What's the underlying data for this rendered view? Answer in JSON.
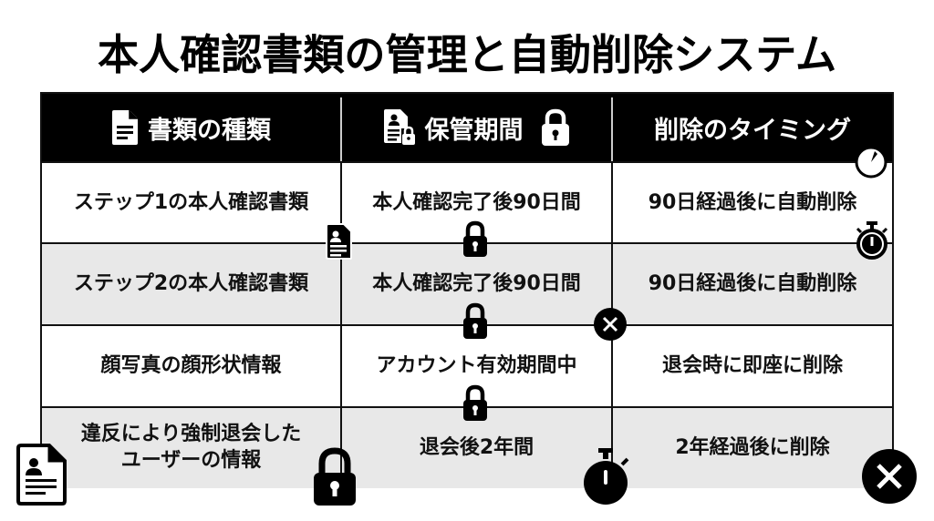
{
  "title": "本人確認書類の管理と自動削除システム",
  "header": {
    "columns": [
      {
        "label": "書類の種類",
        "icon": "document-icon"
      },
      {
        "label": "保管期間",
        "icon": "document-lock-icon",
        "trailing_icon": "padlock-icon"
      },
      {
        "label": "削除のタイミング",
        "icon": "stopwatch-icon"
      }
    ]
  },
  "rows": [
    {
      "document": "ステップ1の本人確認書類",
      "retention": "本人確認完了後90日間",
      "deletion": "90日経過後に自動削除"
    },
    {
      "document": "ステップ2の本人確認書類",
      "retention": "本人確認完了後90日間",
      "deletion": "90日経過後に自動削除"
    },
    {
      "document": "顔写真の顔形状情報",
      "retention": "アカウント有効期間中",
      "deletion": "退会時に即座に削除"
    },
    {
      "document_line1": "違反により強制退会した",
      "document_line2": "ユーザーの情報",
      "retention": "退会後2年間",
      "deletion": "2年経過後に削除"
    }
  ],
  "colors": {
    "header_bg": "#000000",
    "header_text": "#ffffff",
    "row_alt_bg": "#e8e8e8",
    "border": "#111111"
  }
}
